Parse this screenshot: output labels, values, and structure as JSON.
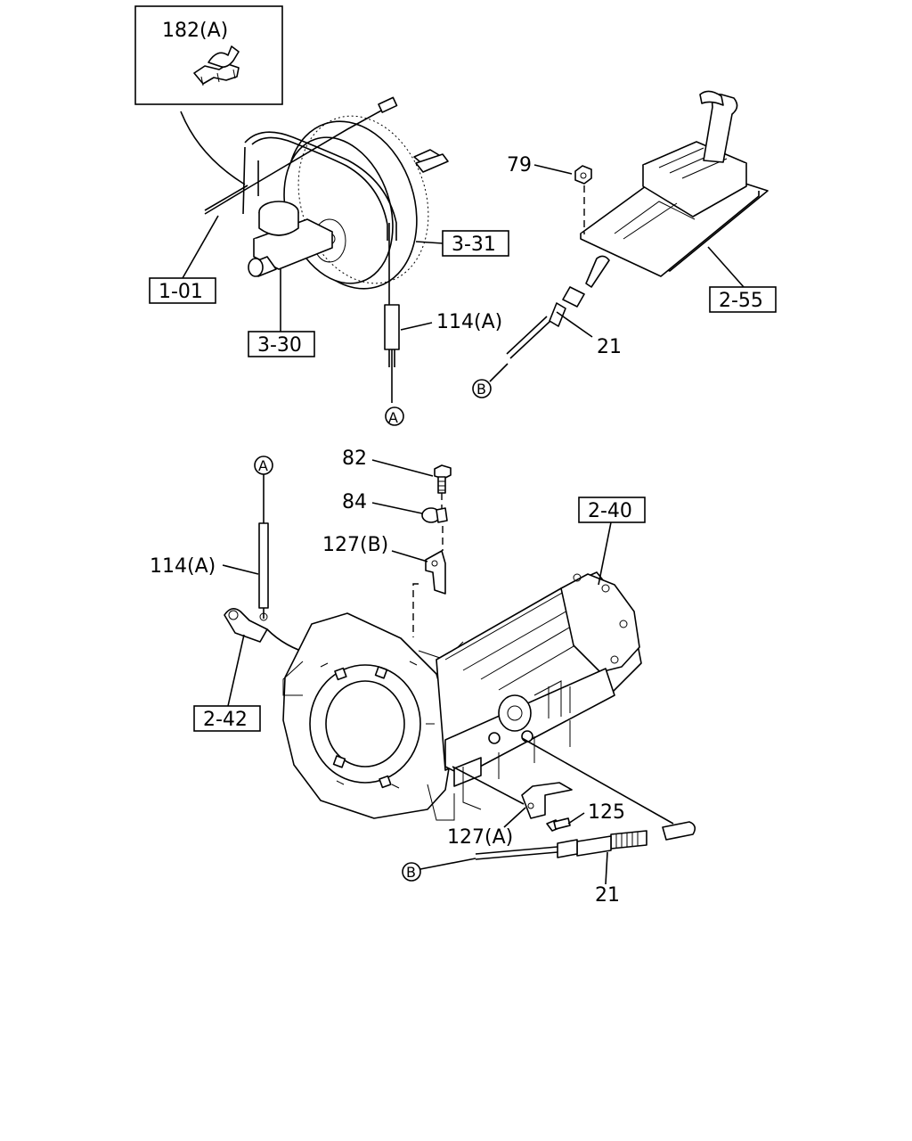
{
  "callouts": {
    "ref_1_01": "1-01",
    "ref_3_30": "3-30",
    "ref_3_31": "3-31",
    "ref_2_55": "2-55",
    "ref_2_40": "2-40",
    "ref_2_42": "2-42",
    "part_182a": "182(A)",
    "part_114a_top": "114(A)",
    "part_114a_bottom": "114(A)",
    "part_79": "79",
    "part_21_top": "21",
    "part_21_bottom": "21",
    "part_82": "82",
    "part_84": "84",
    "part_127b": "127(B)",
    "part_127a": "127(A)",
    "part_125": "125"
  },
  "connectors": {
    "a_top": "A",
    "a_bottom": "A",
    "b_top": "B",
    "b_bottom": "B"
  },
  "icons": {
    "brake_booster": "brake-booster-icon",
    "master_cylinder": "master-cylinder-icon",
    "shift_lever": "shift-lever-icon",
    "transmission": "transmission-icon",
    "clip": "clip-icon"
  }
}
